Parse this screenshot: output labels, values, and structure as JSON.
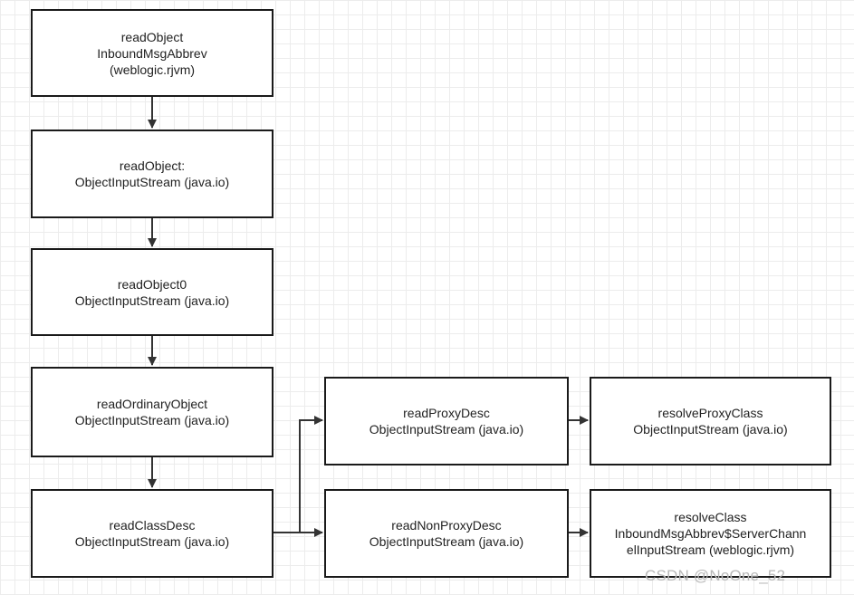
{
  "nodes": {
    "read_object_rjvm": {
      "lines": [
        "readObject",
        "InboundMsgAbbrev",
        "(weblogic.rjvm)"
      ]
    },
    "read_object_ois": {
      "lines": [
        "readObject:",
        "ObjectInputStream (java.io)"
      ]
    },
    "read_object0": {
      "lines": [
        "readObject0",
        "ObjectInputStream (java.io)"
      ]
    },
    "read_ordinary_object": {
      "lines": [
        "readOrdinaryObject",
        "ObjectInputStream (java.io)"
      ]
    },
    "read_class_desc": {
      "lines": [
        "readClassDesc",
        "ObjectInputStream (java.io)"
      ]
    },
    "read_proxy_desc": {
      "lines": [
        "readProxyDesc",
        "ObjectInputStream (java.io)"
      ]
    },
    "resolve_proxy_class": {
      "lines": [
        "resolveProxyClass",
        "ObjectInputStream (java.io)"
      ]
    },
    "read_non_proxy_desc": {
      "lines": [
        "readNonProxyDesc",
        "ObjectInputStream (java.io)"
      ]
    },
    "resolve_class": {
      "lines": [
        "resolveClass",
        "InboundMsgAbbrev$ServerChann",
        "elInputStream (weblogic.rjvm)"
      ]
    }
  },
  "edges": [
    {
      "from": "read_object_rjvm",
      "to": "read_object_ois"
    },
    {
      "from": "read_object_ois",
      "to": "read_object0"
    },
    {
      "from": "read_object0",
      "to": "read_ordinary_object"
    },
    {
      "from": "read_ordinary_object",
      "to": "read_class_desc"
    },
    {
      "from": "read_class_desc",
      "to": "read_proxy_desc"
    },
    {
      "from": "read_class_desc",
      "to": "read_non_proxy_desc"
    },
    {
      "from": "read_proxy_desc",
      "to": "resolve_proxy_class"
    },
    {
      "from": "read_non_proxy_desc",
      "to": "resolve_class"
    }
  ],
  "watermark": "CSDN @NoOne_52",
  "colors": {
    "border": "#1a1a1a",
    "arrow": "#333333",
    "grid": "#ececec",
    "text": "#222222"
  }
}
